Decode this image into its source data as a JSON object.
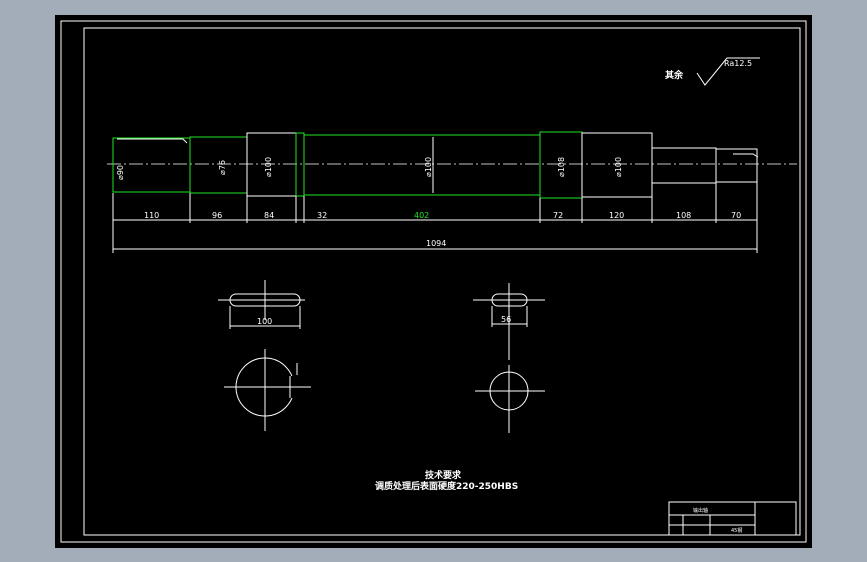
{
  "drawing": {
    "roughness_note": {
      "label": "其余",
      "value": "Ra12.5"
    },
    "dimensions": {
      "segments": [
        "110",
        "96",
        "84",
        "32",
        "402",
        "72",
        "120",
        "108",
        "70"
      ],
      "total": "1094",
      "diameters": [
        "⌀90",
        "⌀76",
        "⌀100",
        "⌀100",
        "⌀108",
        "⌀100"
      ],
      "keyway_1_length": "100",
      "keyway_2_length": "56"
    },
    "tech_requirements": {
      "title": "技术要求",
      "line": "调质处理后表面硬度220-250HBS"
    },
    "title_block": {
      "name": "输出轴",
      "material": "45钢"
    }
  }
}
